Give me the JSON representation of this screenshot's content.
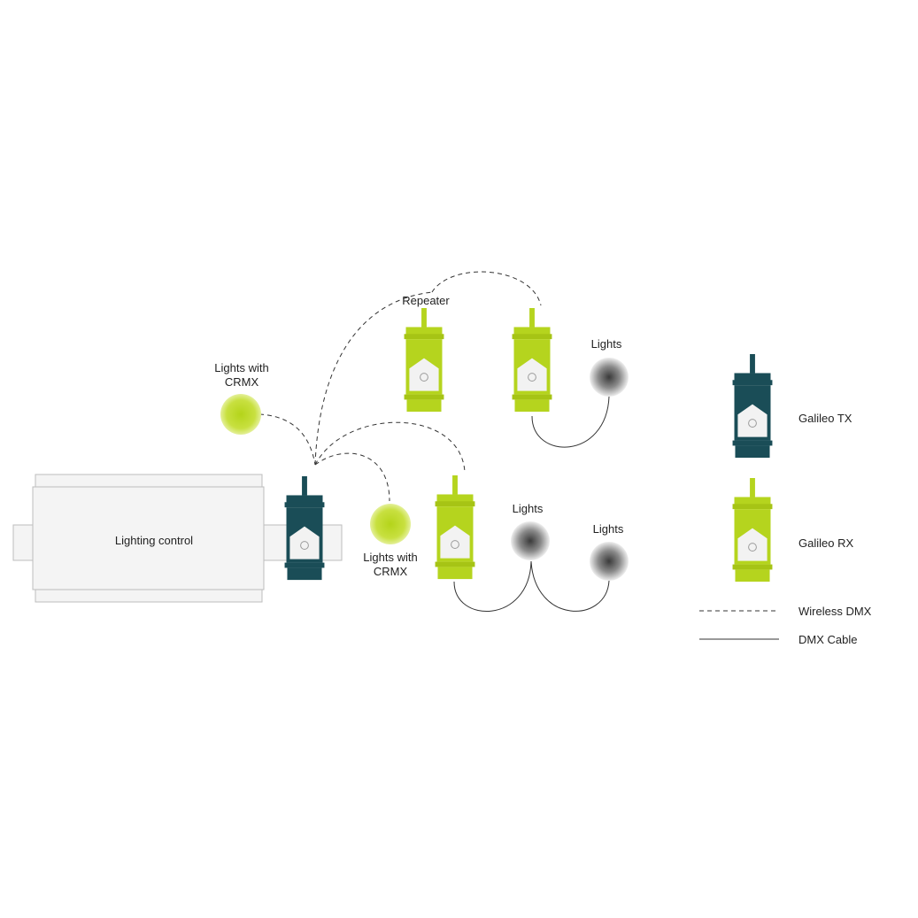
{
  "labels": {
    "lighting_control": "Lighting control",
    "repeater": "Repeater",
    "lights_top": "Lights",
    "lights_mid": "Lights",
    "lights_right": "Lights",
    "crmx_top_line1": "Lights with",
    "crmx_top_line2": "CRMX",
    "crmx_bottom_line1": "Lights with",
    "crmx_bottom_line2": "CRMX"
  },
  "legend": {
    "tx": "Galileo TX",
    "rx": "Galileo RX",
    "wireless": "Wireless DMX",
    "cable": "DMX Cable"
  },
  "colors": {
    "tx_body": "#1a4d57",
    "rx_body": "#b5d41e",
    "crmx_light": "#c4df34",
    "panel": "#f2f2f2",
    "line": "#333333"
  }
}
